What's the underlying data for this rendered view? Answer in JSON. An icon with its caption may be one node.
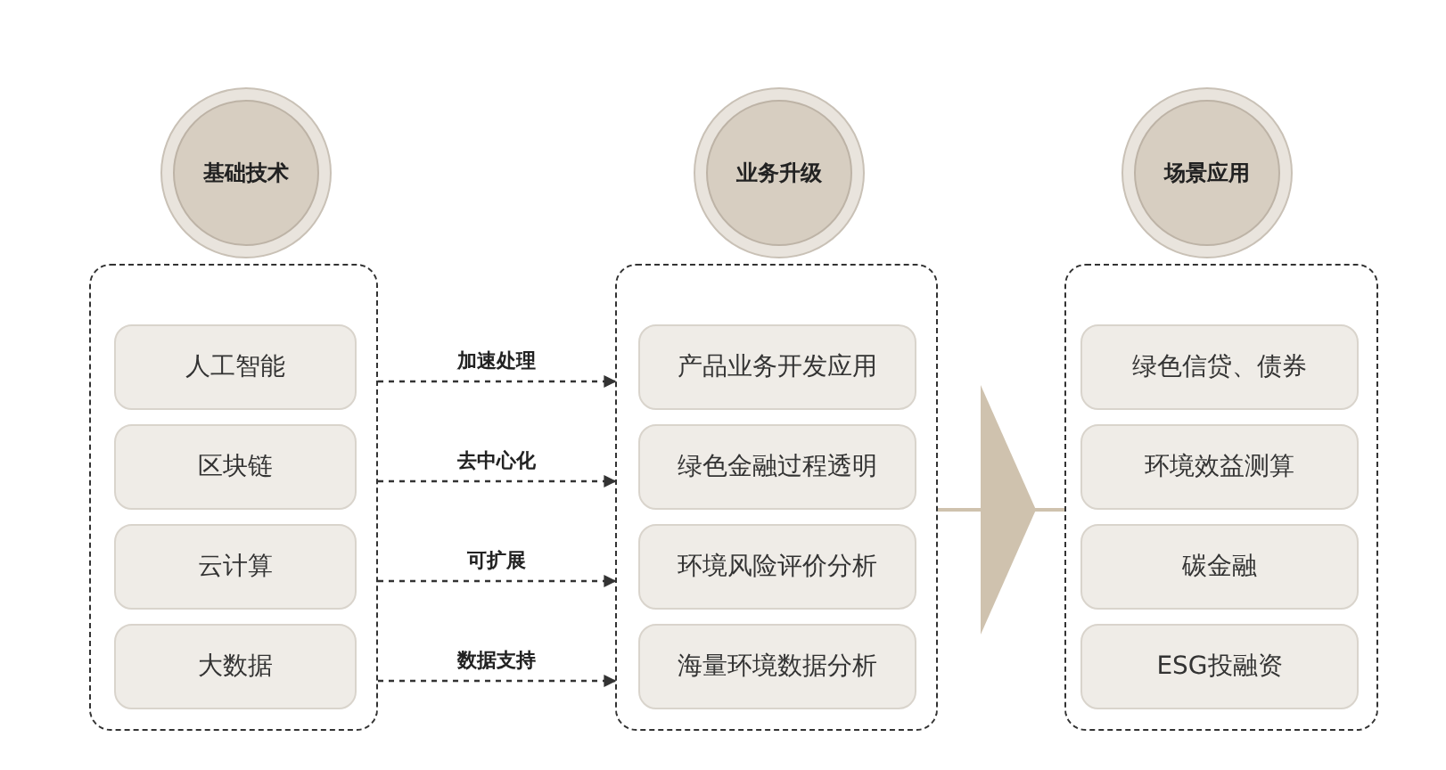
{
  "diagram": {
    "nodes": [
      {
        "text": [
          "基础技术"
        ]
      },
      {
        "text": [],
        "shape": "box"
      },
      {
        "text": [
          "人工智能"
        ],
        "in": 1
      },
      {
        "text": [
          "区块链"
        ],
        "in": 1
      },
      {
        "text": [
          "云计算"
        ],
        "in": 1
      },
      {
        "text": [
          "大数据"
        ],
        "in": 1
      },
      {
        "text": [
          "业务升级"
        ]
      },
      {
        "text": [],
        "shape": "box"
      },
      {
        "text": [
          "产品业务开发应用"
        ],
        "in": 7
      },
      {
        "text": [
          "绿色金融过程透明"
        ],
        "in": 7
      },
      {
        "text": [
          "环境风险评价分析"
        ],
        "in": 7
      },
      {
        "text": [
          "海量环境数据分析"
        ],
        "in": 7
      },
      {
        "text": [
          "场景应用"
        ]
      },
      {
        "text": [],
        "shape": "box"
      },
      {
        "text": [
          "绿色信贷、债券"
        ],
        "in": 13
      },
      {
        "text": [
          "环境效益测算"
        ],
        "in": 13
      },
      {
        "text": [
          "碳金融"
        ],
        "in": 13
      },
      {
        "text": [
          "ESG投融资"
        ],
        "in": 13
      }
    ],
    "edges": [
      {
        "from": 1,
        "to": 7,
        "arrow": "to",
        "label": "加速处理",
        "style": "dashed"
      },
      {
        "from": 1,
        "to": 7,
        "arrow": "to",
        "label": "去中心化",
        "style": "dashed"
      },
      {
        "from": 1,
        "to": 7,
        "arrow": "to",
        "label": "可扩展",
        "style": "dashed"
      },
      {
        "from": 1,
        "to": 7,
        "arrow": "to",
        "label": "数据支持",
        "style": "dashed"
      },
      {
        "from": 7,
        "to": 13,
        "arrow": "to",
        "color": "#cfc2ae"
      }
    ]
  }
}
